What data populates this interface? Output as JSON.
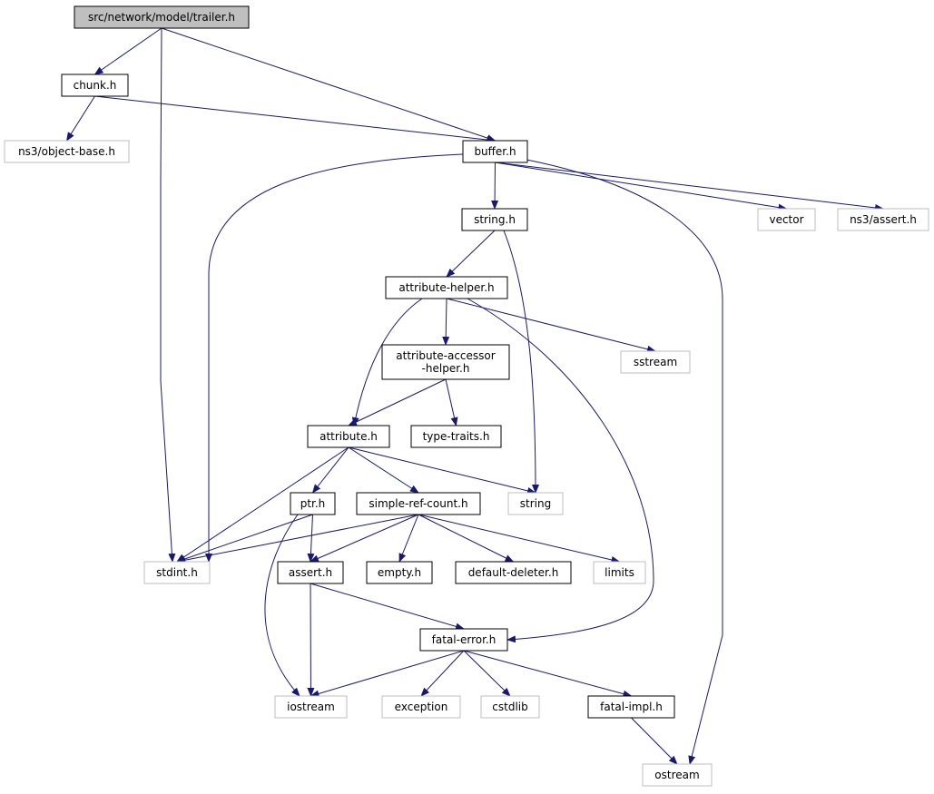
{
  "colors": {
    "edge": "#191970",
    "root_fill": "#bfbfbf",
    "documented_border": "#000000",
    "external_border": "#bfbfbf",
    "node_fill": "#ffffff"
  },
  "nodes": [
    {
      "id": "trailer",
      "label": "src/network/model/trailer.h",
      "kind": "root"
    },
    {
      "id": "chunk",
      "label": "chunk.h",
      "kind": "documented"
    },
    {
      "id": "object-base",
      "label": "ns3/object-base.h",
      "kind": "external"
    },
    {
      "id": "buffer",
      "label": "buffer.h",
      "kind": "documented"
    },
    {
      "id": "string-h",
      "label": "string.h",
      "kind": "documented"
    },
    {
      "id": "vector",
      "label": "vector",
      "kind": "external"
    },
    {
      "id": "ns3-assert",
      "label": "ns3/assert.h",
      "kind": "external"
    },
    {
      "id": "attribute-helper",
      "label": "attribute-helper.h",
      "kind": "documented"
    },
    {
      "id": "attribute-accessor-helper",
      "label": "attribute-accessor\n-helper.h",
      "kind": "documented"
    },
    {
      "id": "sstream",
      "label": "sstream",
      "kind": "external"
    },
    {
      "id": "attribute",
      "label": "attribute.h",
      "kind": "documented"
    },
    {
      "id": "type-traits",
      "label": "type-traits.h",
      "kind": "documented"
    },
    {
      "id": "ptr",
      "label": "ptr.h",
      "kind": "documented"
    },
    {
      "id": "simple-ref-count",
      "label": "simple-ref-count.h",
      "kind": "documented"
    },
    {
      "id": "string",
      "label": "string",
      "kind": "external"
    },
    {
      "id": "stdint",
      "label": "stdint.h",
      "kind": "external"
    },
    {
      "id": "assert",
      "label": "assert.h",
      "kind": "documented"
    },
    {
      "id": "empty",
      "label": "empty.h",
      "kind": "documented"
    },
    {
      "id": "default-deleter",
      "label": "default-deleter.h",
      "kind": "documented"
    },
    {
      "id": "limits",
      "label": "limits",
      "kind": "external"
    },
    {
      "id": "fatal-error",
      "label": "fatal-error.h",
      "kind": "documented"
    },
    {
      "id": "iostream",
      "label": "iostream",
      "kind": "external"
    },
    {
      "id": "exception",
      "label": "exception",
      "kind": "external"
    },
    {
      "id": "cstdlib",
      "label": "cstdlib",
      "kind": "external"
    },
    {
      "id": "fatal-impl",
      "label": "fatal-impl.h",
      "kind": "documented"
    },
    {
      "id": "ostream",
      "label": "ostream",
      "kind": "external"
    }
  ],
  "edges": [
    [
      "trailer",
      "chunk"
    ],
    [
      "trailer",
      "stdint"
    ],
    [
      "trailer",
      "buffer"
    ],
    [
      "chunk",
      "object-base"
    ],
    [
      "chunk",
      "buffer"
    ],
    [
      "buffer",
      "stdint"
    ],
    [
      "buffer",
      "string-h"
    ],
    [
      "buffer",
      "vector"
    ],
    [
      "buffer",
      "ns3-assert"
    ],
    [
      "buffer",
      "ostream"
    ],
    [
      "string-h",
      "attribute-helper"
    ],
    [
      "string-h",
      "string"
    ],
    [
      "attribute-helper",
      "attribute-accessor-helper"
    ],
    [
      "attribute-helper",
      "attribute"
    ],
    [
      "attribute-helper",
      "sstream"
    ],
    [
      "attribute-helper",
      "fatal-error"
    ],
    [
      "attribute-accessor-helper",
      "attribute"
    ],
    [
      "attribute-accessor-helper",
      "type-traits"
    ],
    [
      "attribute",
      "stdint"
    ],
    [
      "attribute",
      "ptr"
    ],
    [
      "attribute",
      "simple-ref-count"
    ],
    [
      "attribute",
      "string"
    ],
    [
      "ptr",
      "stdint"
    ],
    [
      "ptr",
      "assert"
    ],
    [
      "ptr",
      "iostream"
    ],
    [
      "simple-ref-count",
      "stdint"
    ],
    [
      "simple-ref-count",
      "assert"
    ],
    [
      "simple-ref-count",
      "empty"
    ],
    [
      "simple-ref-count",
      "default-deleter"
    ],
    [
      "simple-ref-count",
      "limits"
    ],
    [
      "assert",
      "iostream"
    ],
    [
      "assert",
      "fatal-error"
    ],
    [
      "fatal-error",
      "iostream"
    ],
    [
      "fatal-error",
      "exception"
    ],
    [
      "fatal-error",
      "cstdlib"
    ],
    [
      "fatal-error",
      "fatal-impl"
    ],
    [
      "fatal-impl",
      "ostream"
    ]
  ]
}
